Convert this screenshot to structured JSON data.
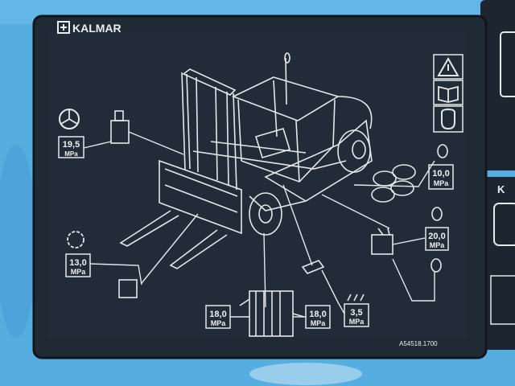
{
  "plate": {
    "brand": "KALMAR",
    "part_number": "A54518.1700",
    "pressures": {
      "steering_top": {
        "value": "19,5",
        "unit": "MPa"
      },
      "brake_accumulators": {
        "value": "10,0",
        "unit": "MPa"
      },
      "right_valve": {
        "value": "20,0",
        "unit": "MPa"
      },
      "left_lower": {
        "value": "13,0",
        "unit": "MPa"
      },
      "main_valve_left": {
        "value": "18,0",
        "unit": "MPa"
      },
      "main_valve_right": {
        "value": "18,0",
        "unit": "MPa"
      },
      "pilot": {
        "value": "3,5",
        "unit": "MPa"
      }
    },
    "side_plate_text": "K"
  },
  "colors": {
    "background": "#4fa9dc",
    "plate": "#1e2732",
    "line_art": "#e4e8ec",
    "side_plate": "#1c2530"
  },
  "icons": [
    "warning-triangle-icon",
    "manual-book-icon",
    "accumulator-icon",
    "steering-wheel-icon",
    "kalmar-logo-icon"
  ]
}
